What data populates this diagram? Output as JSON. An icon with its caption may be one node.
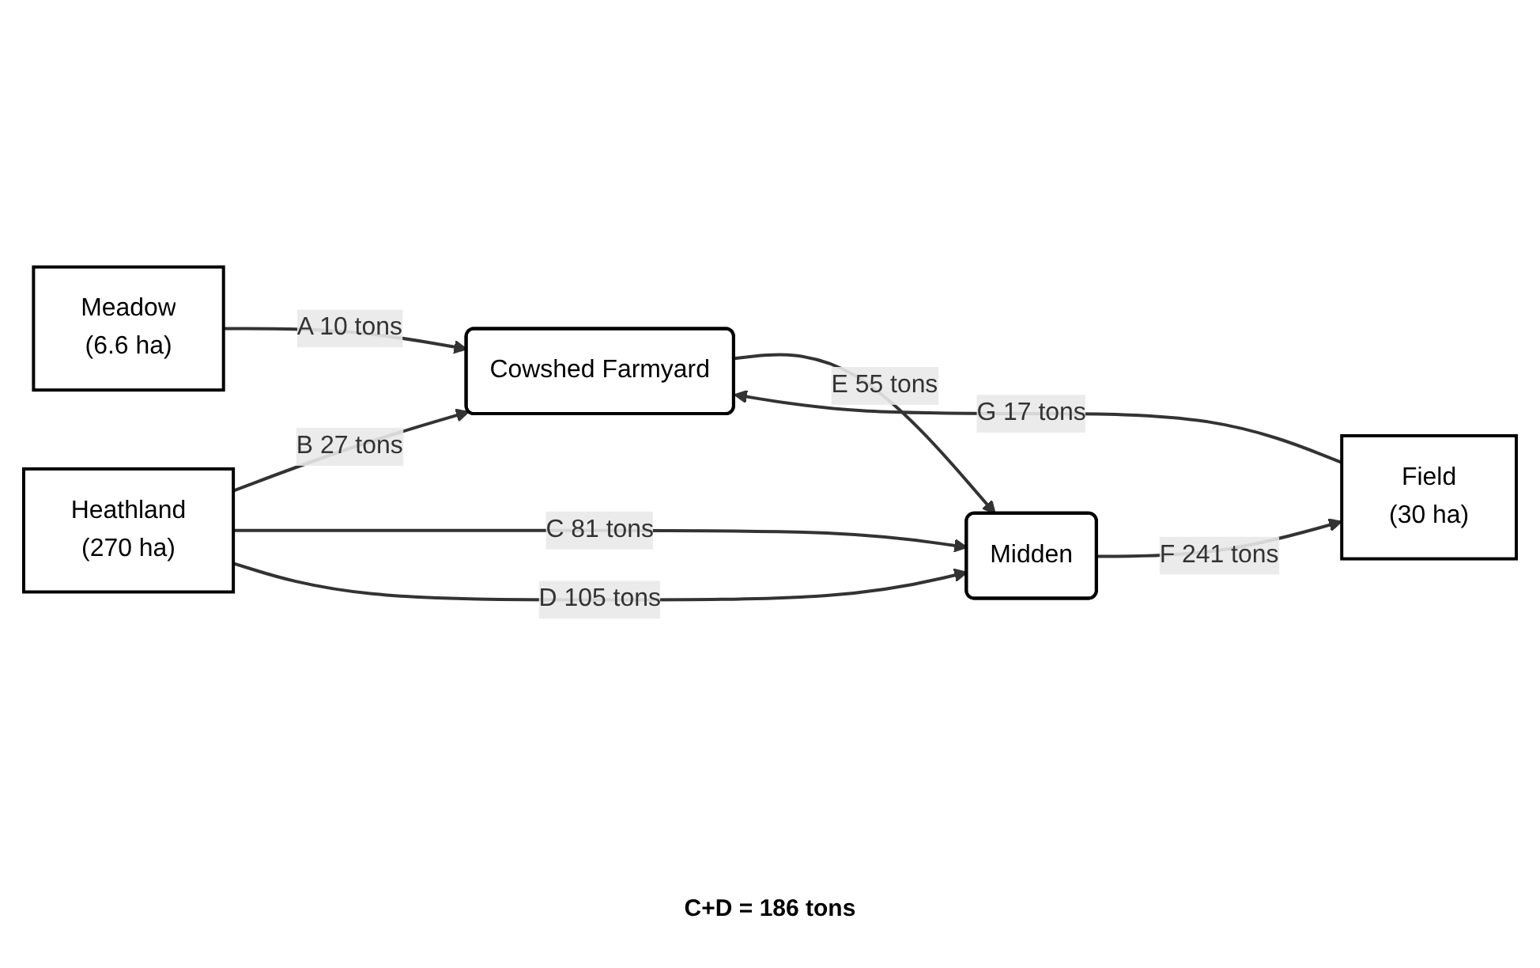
{
  "diagram": {
    "nodes": [
      {
        "text": [
          "Meadow",
          "(6.6 ha)"
        ]
      },
      {
        "text": [
          "Heathland",
          "(270 ha)"
        ]
      },
      {
        "text": [
          "Cowshed Farmyard"
        ]
      },
      {
        "text": [
          "Midden"
        ]
      },
      {
        "text": [
          "Field",
          "(30 ha)"
        ]
      }
    ],
    "edges": [
      {
        "from": 0,
        "to": 2,
        "arrow": "to",
        "label": "A 10 tons"
      },
      {
        "from": 1,
        "to": 2,
        "arrow": "to",
        "label": "B 27 tons"
      },
      {
        "from": 2,
        "to": 3,
        "arrow": "to",
        "label": "E 55 tons"
      },
      {
        "from": 3,
        "to": 4,
        "arrow": "to",
        "label": "F 241 tons"
      },
      {
        "from": 4,
        "to": 2,
        "arrow": "to",
        "label": "G 17 tons"
      },
      {
        "from": 1,
        "to": 3,
        "arrow": "to",
        "label": "C 81 tons"
      },
      {
        "from": 1,
        "to": 3,
        "arrow": "to",
        "label": "D 105 tons"
      }
    ],
    "labels": [
      "C+D = 186 tons"
    ]
  }
}
